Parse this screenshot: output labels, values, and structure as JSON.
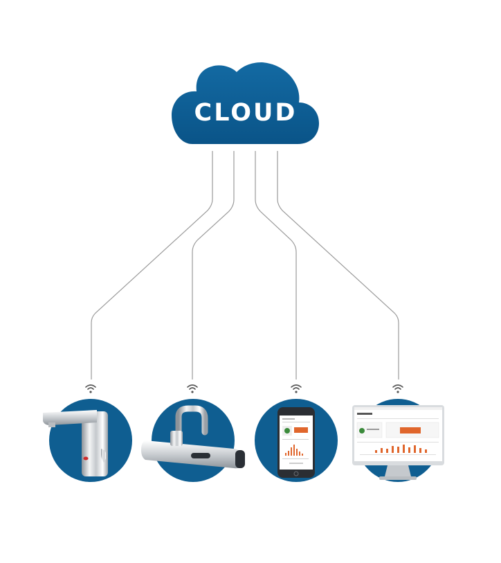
{
  "cloud": {
    "label": "CLOUD"
  },
  "connections": [
    "faucet-sensor",
    "thermostatic-mixer",
    "smartphone-app",
    "desktop-dashboard"
  ],
  "devices": [
    {
      "id": "faucet-sensor",
      "icon": "sensor-faucet-icon"
    },
    {
      "id": "thermostatic-mixer",
      "icon": "thermostatic-faucet-icon"
    },
    {
      "id": "smartphone-app",
      "icon": "smartphone-icon"
    },
    {
      "id": "desktop-dashboard",
      "icon": "monitor-icon"
    }
  ],
  "colors": {
    "cloud": "#0e5f95",
    "device_circle": "#0f5e91",
    "line": "#999999",
    "wifi": "#555555",
    "chart_bar": "#e0662c"
  }
}
